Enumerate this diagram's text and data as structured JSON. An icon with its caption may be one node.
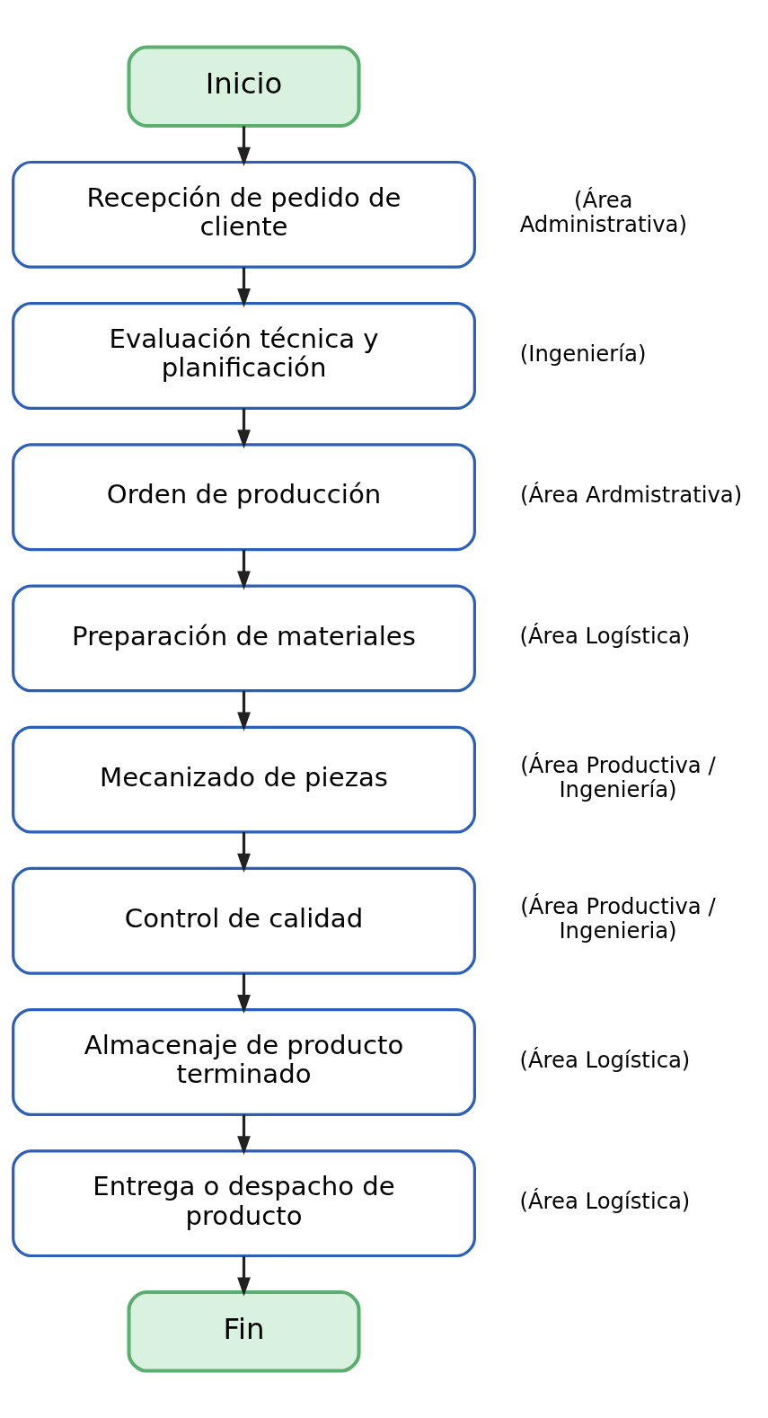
{
  "diagram": {
    "nodes": [
      {
        "text": [
          "Inicio"
        ]
      },
      {
        "text": [
          "Recepción de pedido de cliente"
        ],
        "beside": [
          "(Área Administrativa)"
        ]
      },
      {
        "text": [
          "Evaluación técnica y planificación"
        ],
        "beside": [
          "(Ingeniería)"
        ]
      },
      {
        "text": [
          "Orden de producción"
        ],
        "beside": [
          "(Área Ardmistrativa)"
        ]
      },
      {
        "text": [
          "Preparación de materiales"
        ],
        "beside": [
          "(Área Logística)"
        ]
      },
      {
        "text": [
          "Mecanizado de piezas"
        ],
        "beside": [
          "(Área Productiva / Ingeniería)"
        ]
      },
      {
        "text": [
          "Control de calidad"
        ],
        "beside": [
          "(Área Productiva / Ingenieria)"
        ]
      },
      {
        "text": [
          "Almacenaje de producto terminado"
        ],
        "beside": [
          "(Área Logística)"
        ]
      },
      {
        "text": [
          "Entrega o despacho de producto"
        ],
        "beside": [
          "(Área Logística)"
        ]
      },
      {
        "text": [
          "Fin"
        ]
      }
    ],
    "edges": [
      {
        "from": 0,
        "to": 1,
        "arrow": "to"
      },
      {
        "from": 1,
        "to": 2,
        "arrow": "to"
      },
      {
        "from": 2,
        "to": 3,
        "arrow": "to"
      },
      {
        "from": 3,
        "to": 4,
        "arrow": "to"
      },
      {
        "from": 4,
        "to": 5,
        "arrow": "to"
      },
      {
        "from": 5,
        "to": 6,
        "arrow": "to"
      },
      {
        "from": 6,
        "to": 7,
        "arrow": "to"
      },
      {
        "from": 7,
        "to": 8,
        "arrow": "to"
      },
      {
        "from": 8,
        "to": 9,
        "arrow": "to"
      }
    ]
  }
}
